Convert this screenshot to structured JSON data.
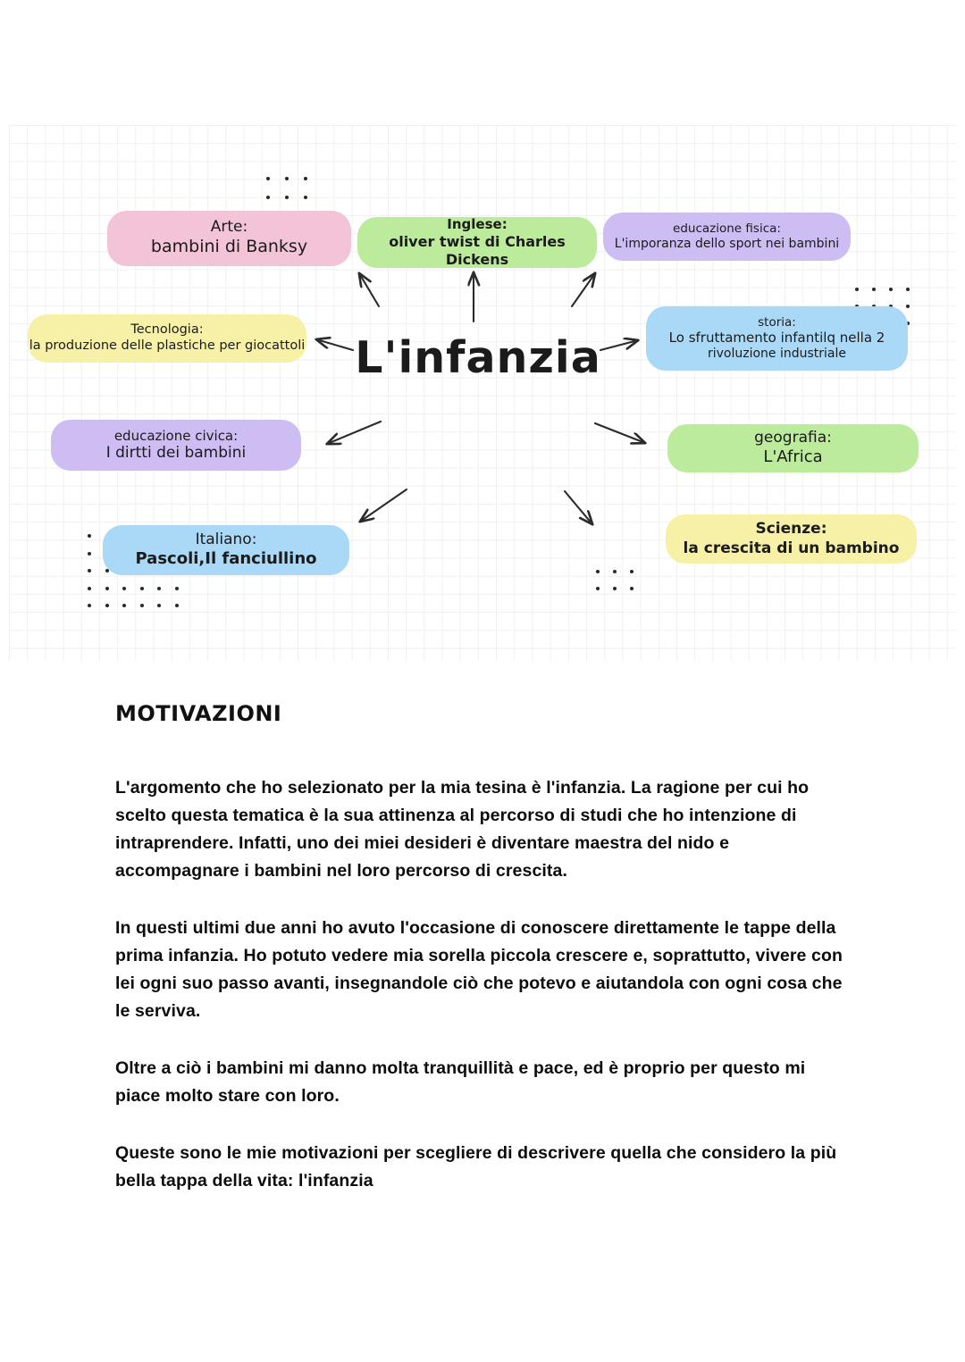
{
  "mindmap": {
    "center_title": "L'infanzia",
    "nodes": [
      {
        "id": "arte",
        "subject": "Arte:",
        "detail": "bambini di Banksy",
        "color": "#f3c3d8"
      },
      {
        "id": "inglese",
        "subject": "Inglese:",
        "detail": "oliver twist di Charles Dickens",
        "color": "#bdeb9c"
      },
      {
        "id": "educazione-fisica",
        "subject": "educazione fisica:",
        "detail": "L'imporanza dello sport nei bambini",
        "color": "#cdbdf3"
      },
      {
        "id": "tecnologia",
        "subject": "Tecnologia:",
        "detail": "la produzione delle plastiche per giocattoli",
        "color": "#f7f1a8"
      },
      {
        "id": "storia",
        "subject": "storia:",
        "detail": "Lo sfruttamento infantilq nella 2",
        "detail2": "rivoluzione industriale",
        "color": "#a9d9f7"
      },
      {
        "id": "educazione-civica",
        "subject": "educazione civica:",
        "detail": "I dirtti dei bambini",
        "color": "#cdbdf3"
      },
      {
        "id": "geografia",
        "subject": "geografia:",
        "detail": "L'Africa",
        "color": "#bdeb9c"
      },
      {
        "id": "italiano",
        "subject": "Italiano:",
        "detail": "Pascoli,Il fanciullino",
        "color": "#a9d9f7"
      },
      {
        "id": "scienze",
        "subject": "Scienze:",
        "detail": "la crescita di un bambino",
        "color": "#f7f1a8"
      }
    ]
  },
  "document": {
    "heading": "MOTIVAZIONI",
    "paragraphs": [
      "L'argomento che ho selezionato per la mia tesina è l'infanzia. La ragione per cui ho scelto questa tematica è la sua attinenza al percorso di studi che ho intenzione di intraprendere. Infatti, uno dei miei desideri è diventare maestra del nido e accompagnare i bambini nel loro percorso di crescita.",
      "In questi ultimi due anni ho avuto l'occasione di conoscere direttamente le tappe della prima infanzia. Ho potuto vedere mia sorella piccola crescere e, soprattutto, vivere con lei ogni suo passo avanti, insegnandole ciò che potevo e aiutandola con ogni cosa che le serviva.",
      "Oltre a ciò i bambini mi danno molta tranquillità e pace, ed è proprio per questo mi piace molto stare con loro.",
      "Queste sono le mie motivazioni per scegliere di descrivere quella che considero la più bella tappa della vita: l'infanzia"
    ]
  }
}
